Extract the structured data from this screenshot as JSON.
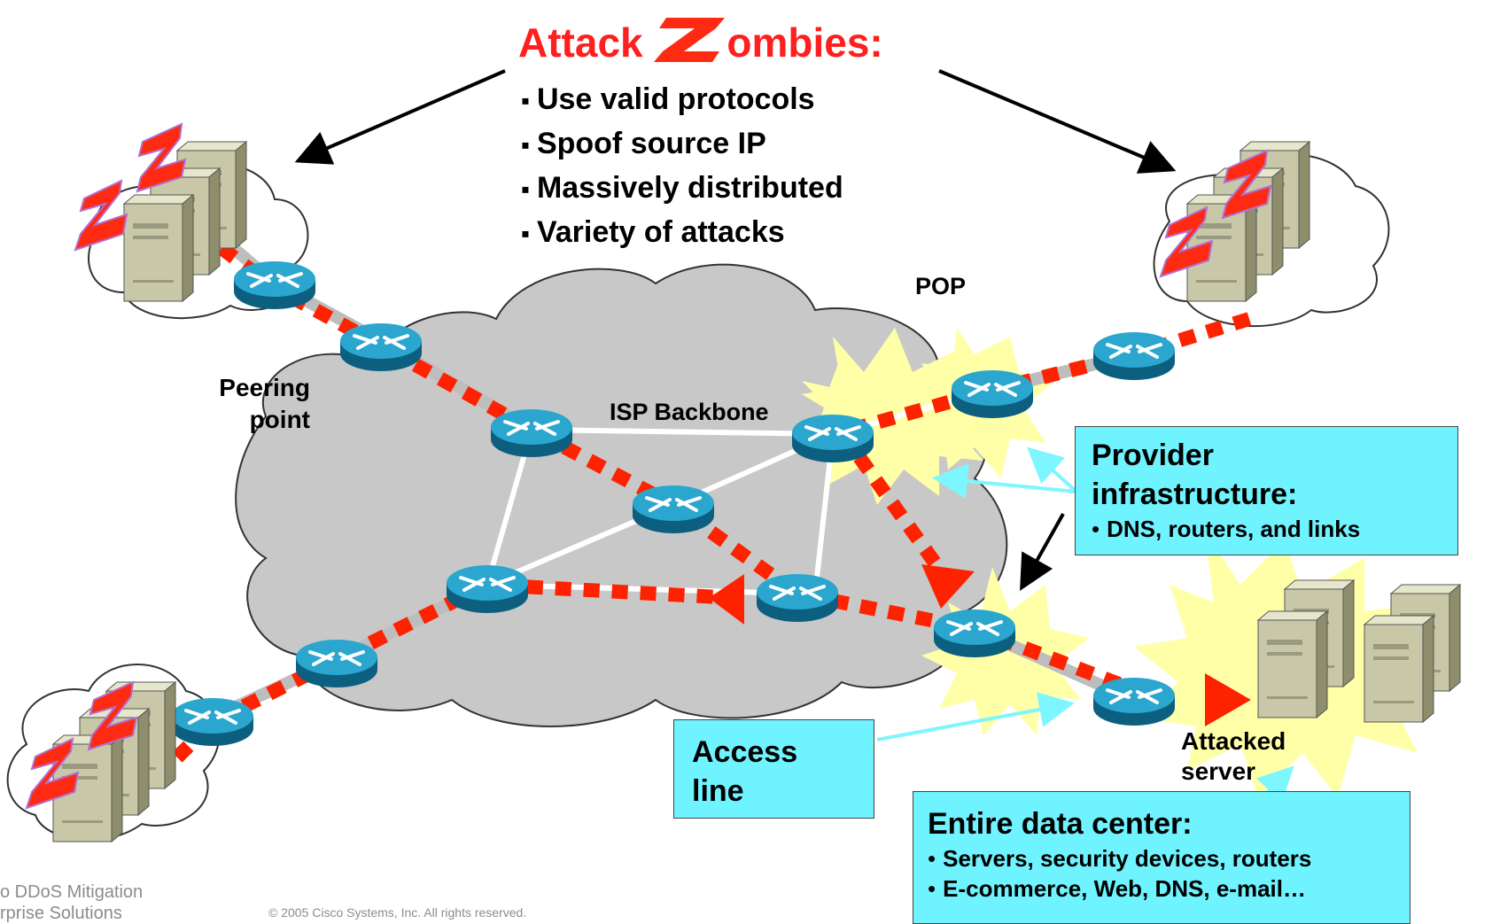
{
  "title": {
    "prefix": "Attack ",
    "z_letter": "Z",
    "suffix": "ombies:"
  },
  "zombie_traits": [
    "Use valid protocols",
    "Spoof source IP",
    "Massively distributed",
    "Variety of attacks"
  ],
  "labels": {
    "pop": "POP",
    "peering_line1": "Peering",
    "peering_line2": "point",
    "isp_backbone": "ISP Backbone",
    "attacked_line1": "Attacked",
    "attacked_line2": "server"
  },
  "callouts": {
    "provider": {
      "head_line1": "Provider",
      "head_line2": "infrastructure:",
      "items": [
        "DNS, routers, and links"
      ]
    },
    "access": {
      "line1": "Access",
      "line2": "line"
    },
    "datacenter": {
      "head": "Entire data center:",
      "items": [
        "Servers, security devices, routers",
        "E-commerce, Web, DNS, e-mail…"
      ]
    }
  },
  "footer": {
    "line1": "o DDoS Mitigation",
    "line2": "rprise Solutions",
    "copyright": "© 2005 Cisco Systems, Inc. All rights reserved."
  },
  "colors": {
    "attack_path": "#ff2200",
    "attack_z": "#ff2a12",
    "router_fill": "#1d8fb5",
    "backbone_cloud": "#c8c8c8",
    "explosion": "#ffffa8",
    "callout_fill": "#6ff3ff",
    "server_fill": "#c8c8a8"
  }
}
